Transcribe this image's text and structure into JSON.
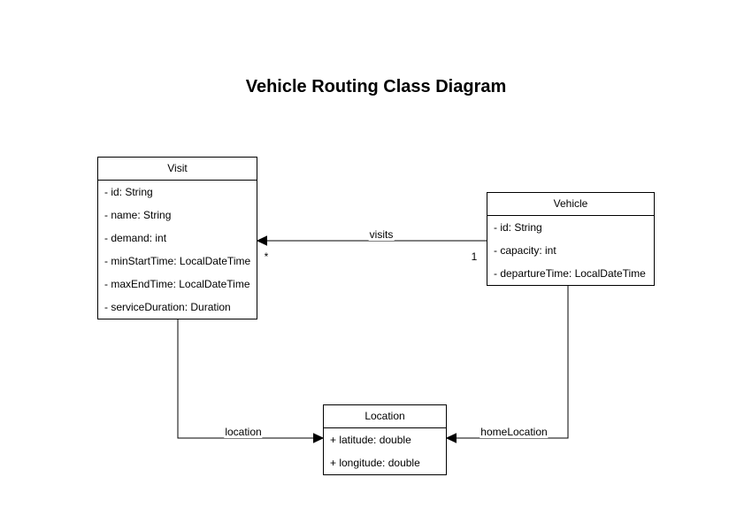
{
  "page": {
    "title": "Vehicle Routing Class Diagram"
  },
  "colors": {
    "stroke": "#000000",
    "text": "#000000",
    "shape_fill": "#ffffff",
    "background": "#ffffff"
  },
  "diagram": {
    "classes": {
      "visit": {
        "name": "Visit",
        "attributes": [
          "- id: String",
          "- name: String",
          "- demand: int",
          "- minStartTime: LocalDateTime",
          "- maxEndTime: LocalDateTime",
          "- serviceDuration: Duration"
        ]
      },
      "vehicle": {
        "name": "Vehicle",
        "attributes": [
          "- id: String",
          "- capacity: int",
          "- departureTime: LocalDateTime"
        ]
      },
      "location": {
        "name": "Location",
        "attributes": [
          "+ latitude: double",
          "+ longitude: double"
        ]
      }
    },
    "edges": {
      "visits": {
        "label": "visits",
        "from": "Vehicle",
        "to": "Visit",
        "source_multiplicity": "1",
        "target_multiplicity": "*"
      },
      "location": {
        "label": "location",
        "from": "Visit",
        "to": "Location"
      },
      "homeLocation": {
        "label": "homeLocation",
        "from": "Vehicle",
        "to": "Location"
      }
    }
  }
}
